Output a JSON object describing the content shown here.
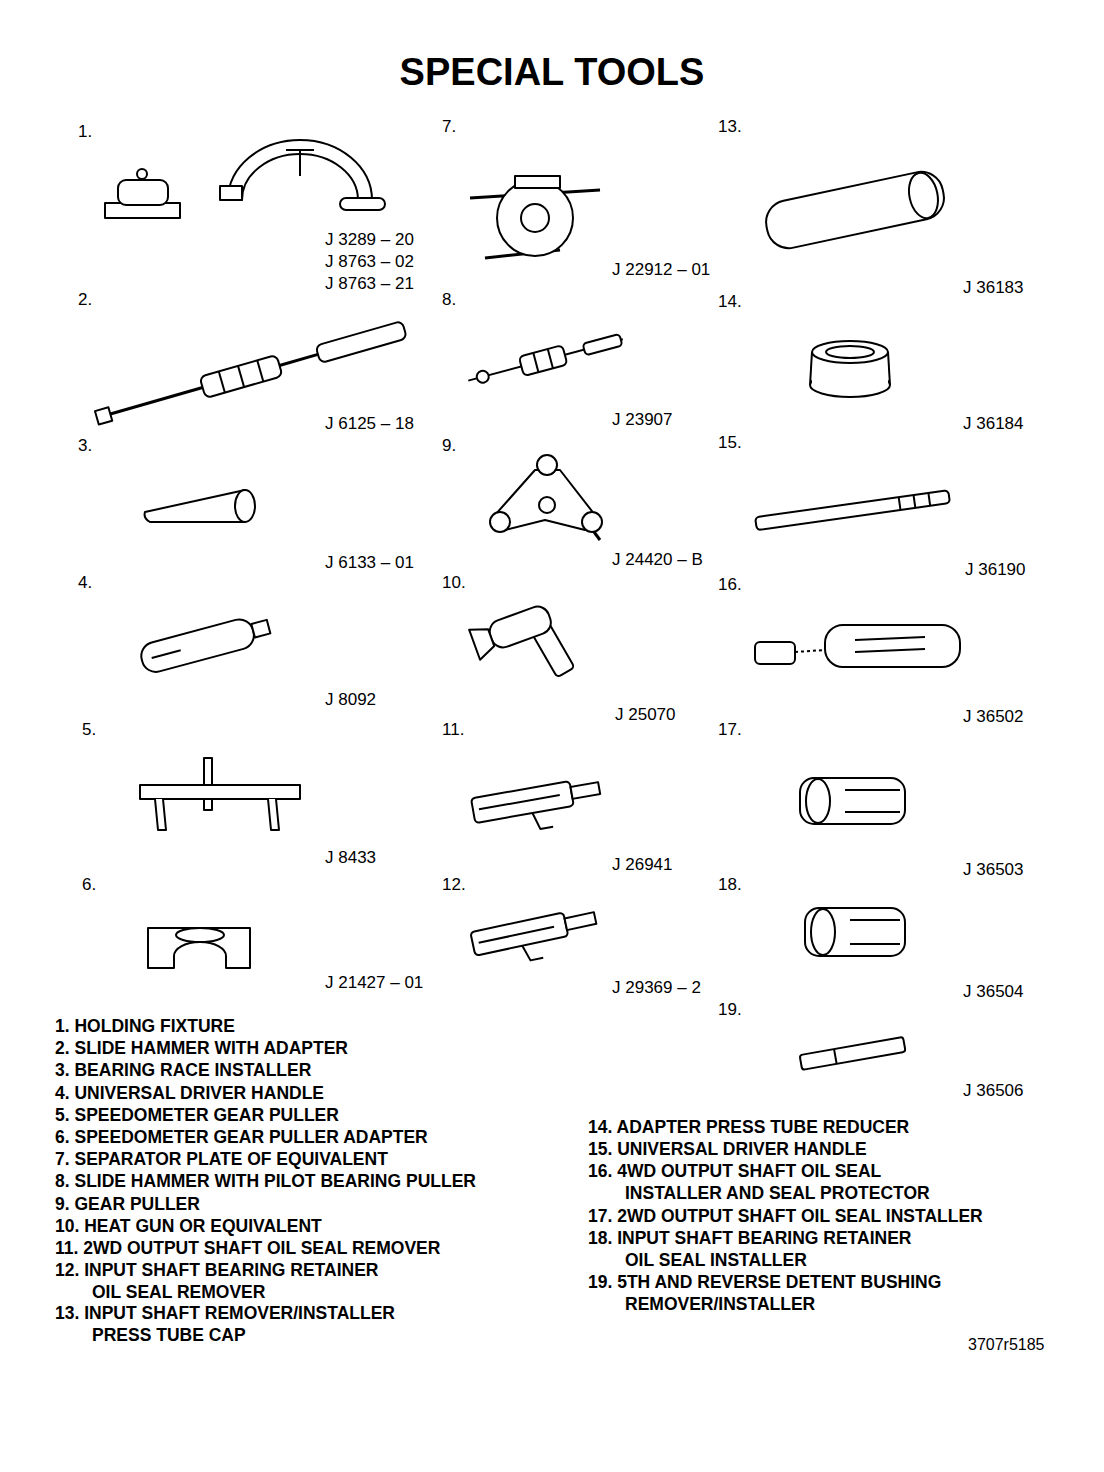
{
  "diagram": {
    "title": "SPECIAL TOOLS",
    "labels": [
      "1.",
      "7.",
      "13.",
      "J 3289 – 20",
      "J 8763 – 02",
      "J 8763 – 21",
      "J 22912 – 01",
      "J 36183",
      "2.",
      "8.",
      "14.",
      "J 6125 – 18",
      "J 23907",
      "J 36184",
      "3.",
      "9.",
      "15.",
      "J 6133 – 01",
      "J 24420 – B",
      "J 36190",
      "4.",
      "10.",
      "16.",
      "J 8092",
      "J 25070",
      "J 36502",
      "5.",
      "11.",
      "17.",
      "J 8433",
      "J 26941",
      "J 36503",
      "6.",
      "12.",
      "18.",
      "J 21427 – 01",
      "J 29369 – 2",
      "J 36504",
      "19.",
      "J 36506",
      "1. HOLDING FIXTURE",
      "2. SLIDE HAMMER WITH ADAPTER",
      "3. BEARING RACE INSTALLER",
      "4. UNIVERSAL DRIVER HANDLE",
      "5. SPEEDOMETER GEAR PULLER",
      "6. SPEEDOMETER GEAR PULLER ADAPTER",
      "7. SEPARATOR PLATE OF EQUIVALENT",
      "8. SLIDE HAMMER WITH PILOT BEARING PULLER",
      "9. GEAR PULLER",
      "10. HEAT GUN OR EQUIVALENT",
      "11. 2WD OUTPUT SHAFT OIL SEAL REMOVER",
      "12. INPUT SHAFT BEARING RETAINER OIL SEAL REMOVER",
      "13. INPUT SHAFT REMOVER/INSTALLER PRESS TUBE CAP",
      "14. ADAPTER PRESS TUBE REDUCER",
      "15. UNIVERSAL DRIVER HANDLE",
      "16. 4WD OUTPUT SHAFT OIL SEAL INSTALLER AND SEAL PROTECTOR",
      "17. 2WD OUTPUT SHAFT OIL SEAL INSTALLER",
      "18. INPUT SHAFT BEARING RETAINER OIL SEAL INSTALLER",
      "19. 5TH AND REVERSE DETENT BUSHING REMOVER/INSTALLER",
      "3707r5185"
    ]
  }
}
